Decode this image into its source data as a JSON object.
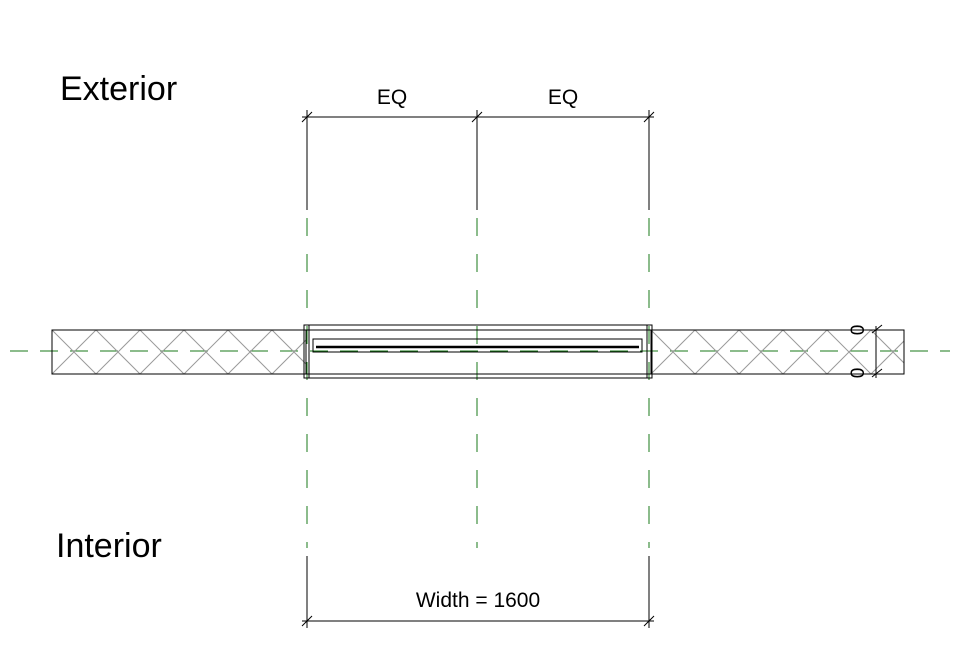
{
  "labels": {
    "exterior": "Exterior",
    "interior": "Interior",
    "eq_left": "EQ",
    "eq_right": "EQ",
    "width_dimension": "Width = 1600",
    "offset_top": "0",
    "offset_bottom": "0"
  },
  "colors": {
    "linework": "#000000",
    "reference_plane": "#1a7a1a",
    "wall_hatch": "#9a9a9a",
    "background": "#ffffff"
  }
}
